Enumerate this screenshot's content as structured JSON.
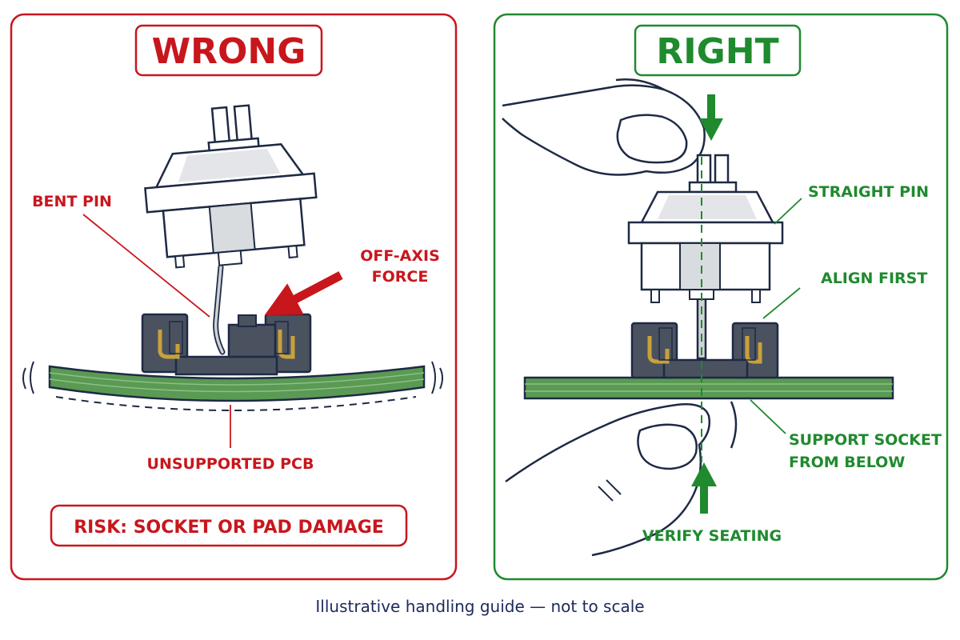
{
  "colors": {
    "wrong": "#c8161d",
    "right": "#1f8a2e",
    "outline": "#1e2a44",
    "socket": "#4a5260",
    "pcb": "#5a9a54",
    "contact": "#c9a13a",
    "switch_body": "#ffffff",
    "switch_shade": "#d8dcdf"
  },
  "wrong_panel": {
    "title": "WRONG",
    "labels": {
      "bent_pin": "BENT PIN",
      "off_axis_line1": "OFF-AXIS",
      "off_axis_line2": "FORCE",
      "unsupported_pcb": "UNSUPPORTED PCB"
    },
    "risk": "RISK: SOCKET OR PAD DAMAGE"
  },
  "right_panel": {
    "title": "RIGHT",
    "labels": {
      "straight_pin": "STRAIGHT PIN",
      "align_first": "ALIGN FIRST",
      "support_line1": "SUPPORT SOCKET",
      "support_line2": "FROM BELOW",
      "verify_seating": "VERIFY SEATING"
    }
  },
  "caption": "Illustrative handling guide — not to scale"
}
